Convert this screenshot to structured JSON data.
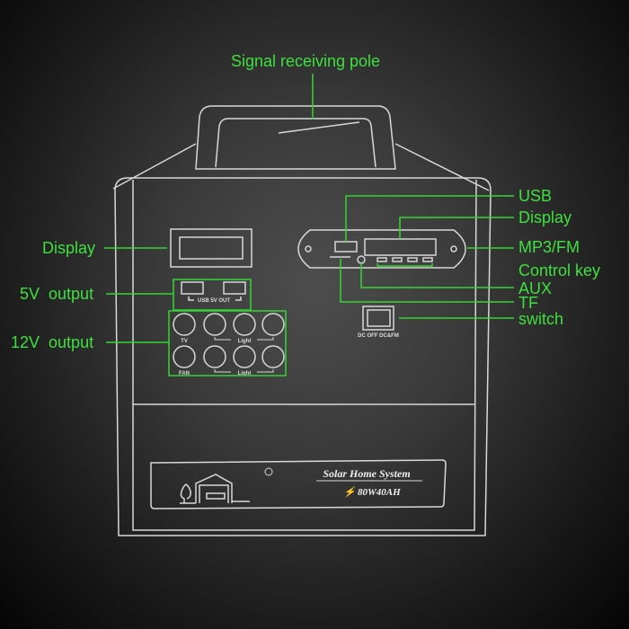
{
  "labels": {
    "signal_pole": "Signal receiving pole",
    "usb": "USB",
    "display_right": "Display",
    "mp3_fm": "MP3/FM",
    "control_key": "Control key",
    "aux": "AUX",
    "tf": "TF",
    "switch": "switch",
    "display_left": "Display",
    "output_5v": "5V  output",
    "output_12v": "12V  output"
  },
  "panel_text": {
    "usb_5v_out": "USB 5V OUT",
    "tv": "TV",
    "fan": "FAN",
    "light": "Light",
    "switch_positions": "DC OFF DC&FM",
    "product_name": "Solar Home System",
    "spec": "80W40AH"
  },
  "colors": {
    "label": "#3ee03e",
    "outline": "#d8d8d8"
  }
}
